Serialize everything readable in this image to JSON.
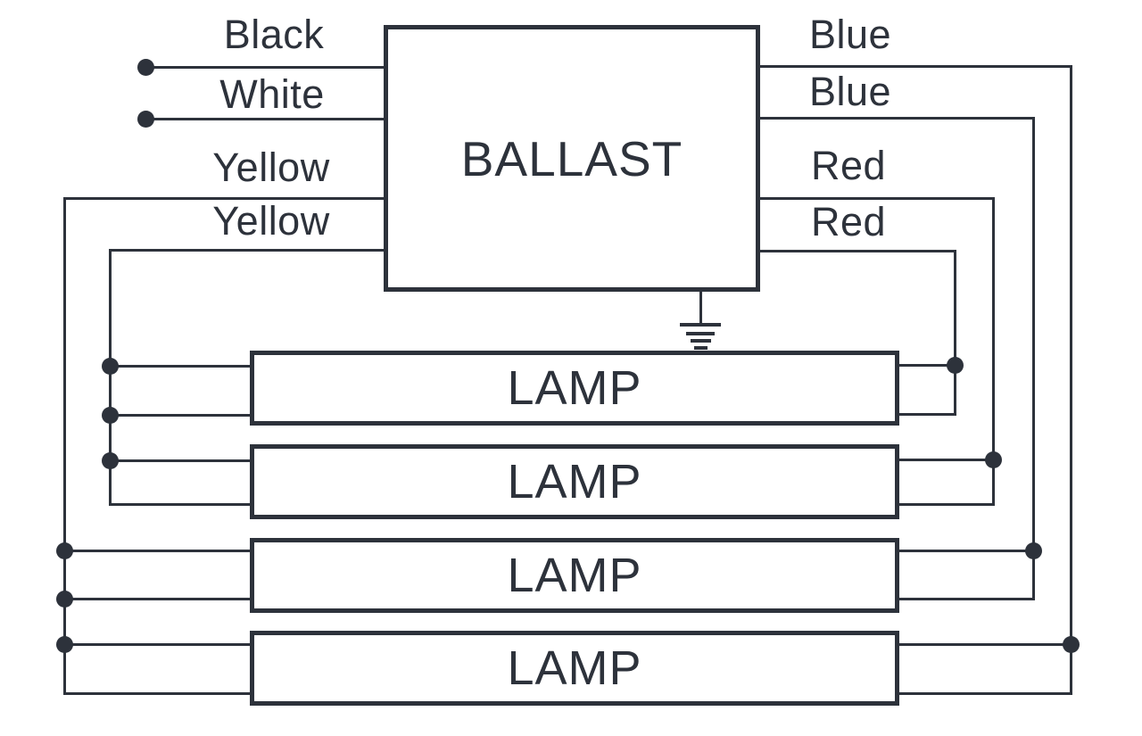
{
  "ballast": {
    "label": "BALLAST"
  },
  "wires": {
    "left": [
      {
        "name": "black",
        "label": "Black"
      },
      {
        "name": "white",
        "label": "White"
      },
      {
        "name": "yellow-1",
        "label": "Yellow"
      },
      {
        "name": "yellow-2",
        "label": "Yellow"
      }
    ],
    "right": [
      {
        "name": "blue-1",
        "label": "Blue"
      },
      {
        "name": "blue-2",
        "label": "Blue"
      },
      {
        "name": "red-1",
        "label": "Red"
      },
      {
        "name": "red-2",
        "label": "Red"
      }
    ]
  },
  "lamps": [
    {
      "label": "LAMP"
    },
    {
      "label": "LAMP"
    },
    {
      "label": "LAMP"
    },
    {
      "label": "LAMP"
    }
  ],
  "icons": {
    "ground": "earth-ground-icon"
  },
  "colors": {
    "line": "#2d323b",
    "background": "#ffffff"
  }
}
